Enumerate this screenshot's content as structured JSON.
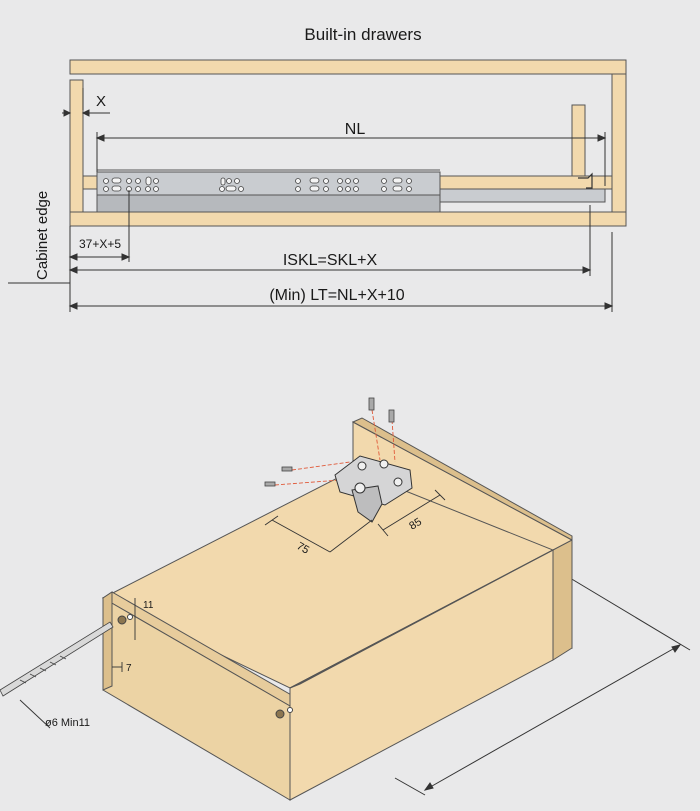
{
  "top_diagram": {
    "title": "Built-in drawers",
    "dim_x": "X",
    "dim_nl": "NL",
    "dim_offset": "37+X+5",
    "dim_iskl": "ISKL=SKL+X",
    "dim_lt": "(Min) LT=NL+X+10",
    "side_label": "Cabinet edge"
  },
  "bottom_diagram": {
    "dim_75": "75",
    "dim_85": "85",
    "dim_11": "11",
    "dim_7": "7",
    "drill_note": "ø6  Min11"
  },
  "colors": {
    "wood": "#f2d9ad",
    "wood_dark": "#dcbf8c",
    "line": "#3a3a3a",
    "slide": "#c9ccd0",
    "red_guide": "#e05a3a"
  }
}
